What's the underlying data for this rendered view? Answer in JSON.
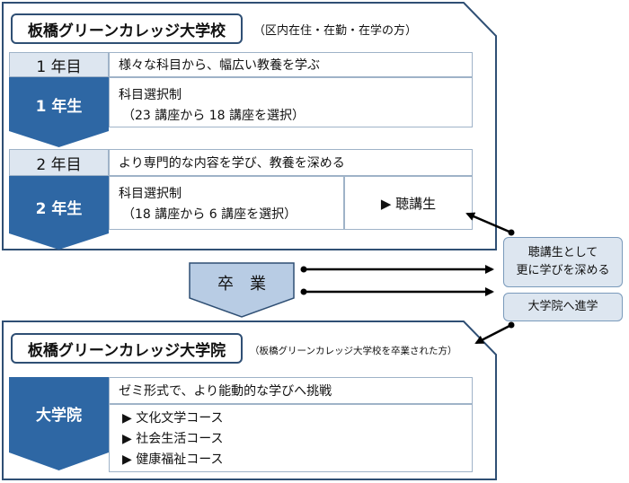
{
  "school": {
    "title": "板橋グリーンカレッジ大学校",
    "note": "（区内在住・在勤・在学の方）",
    "year1": {
      "label": "1 年目",
      "desc": "様々な科目から、幅広い教養を学ぶ",
      "badge": "1 年生",
      "detail1": "科目選択制",
      "detail2": "（23 講座から 18 講座を選択）"
    },
    "year2": {
      "label": "2 年目",
      "desc": "より専門的な内容を学び、教養を深める",
      "badge": "2 年生",
      "detail1": "科目選択制",
      "detail2": "（18 講座から 6 講座を選択）",
      "audit": "▶ 聴講生"
    }
  },
  "graduation": "卒　業",
  "side": {
    "audit_line1": "聴講生として",
    "audit_line2": "更に学びを深める",
    "grad_school": "大学院へ進学"
  },
  "grad": {
    "title": "板橋グリーンカレッジ大学院",
    "note": "（板橋グリーンカレッジ大学校を卒業された方）",
    "badge": "大学院",
    "desc": "ゼミ形式で、より能動的な学びへ挑戦",
    "courses": [
      "▶ 文化文学コース",
      "▶ 社会生活コース",
      "▶ 健康福祉コース"
    ]
  },
  "colors": {
    "frame": "#2f4f74",
    "accent_blue": "#2e67a4",
    "light_blue": "#dde6f0"
  }
}
